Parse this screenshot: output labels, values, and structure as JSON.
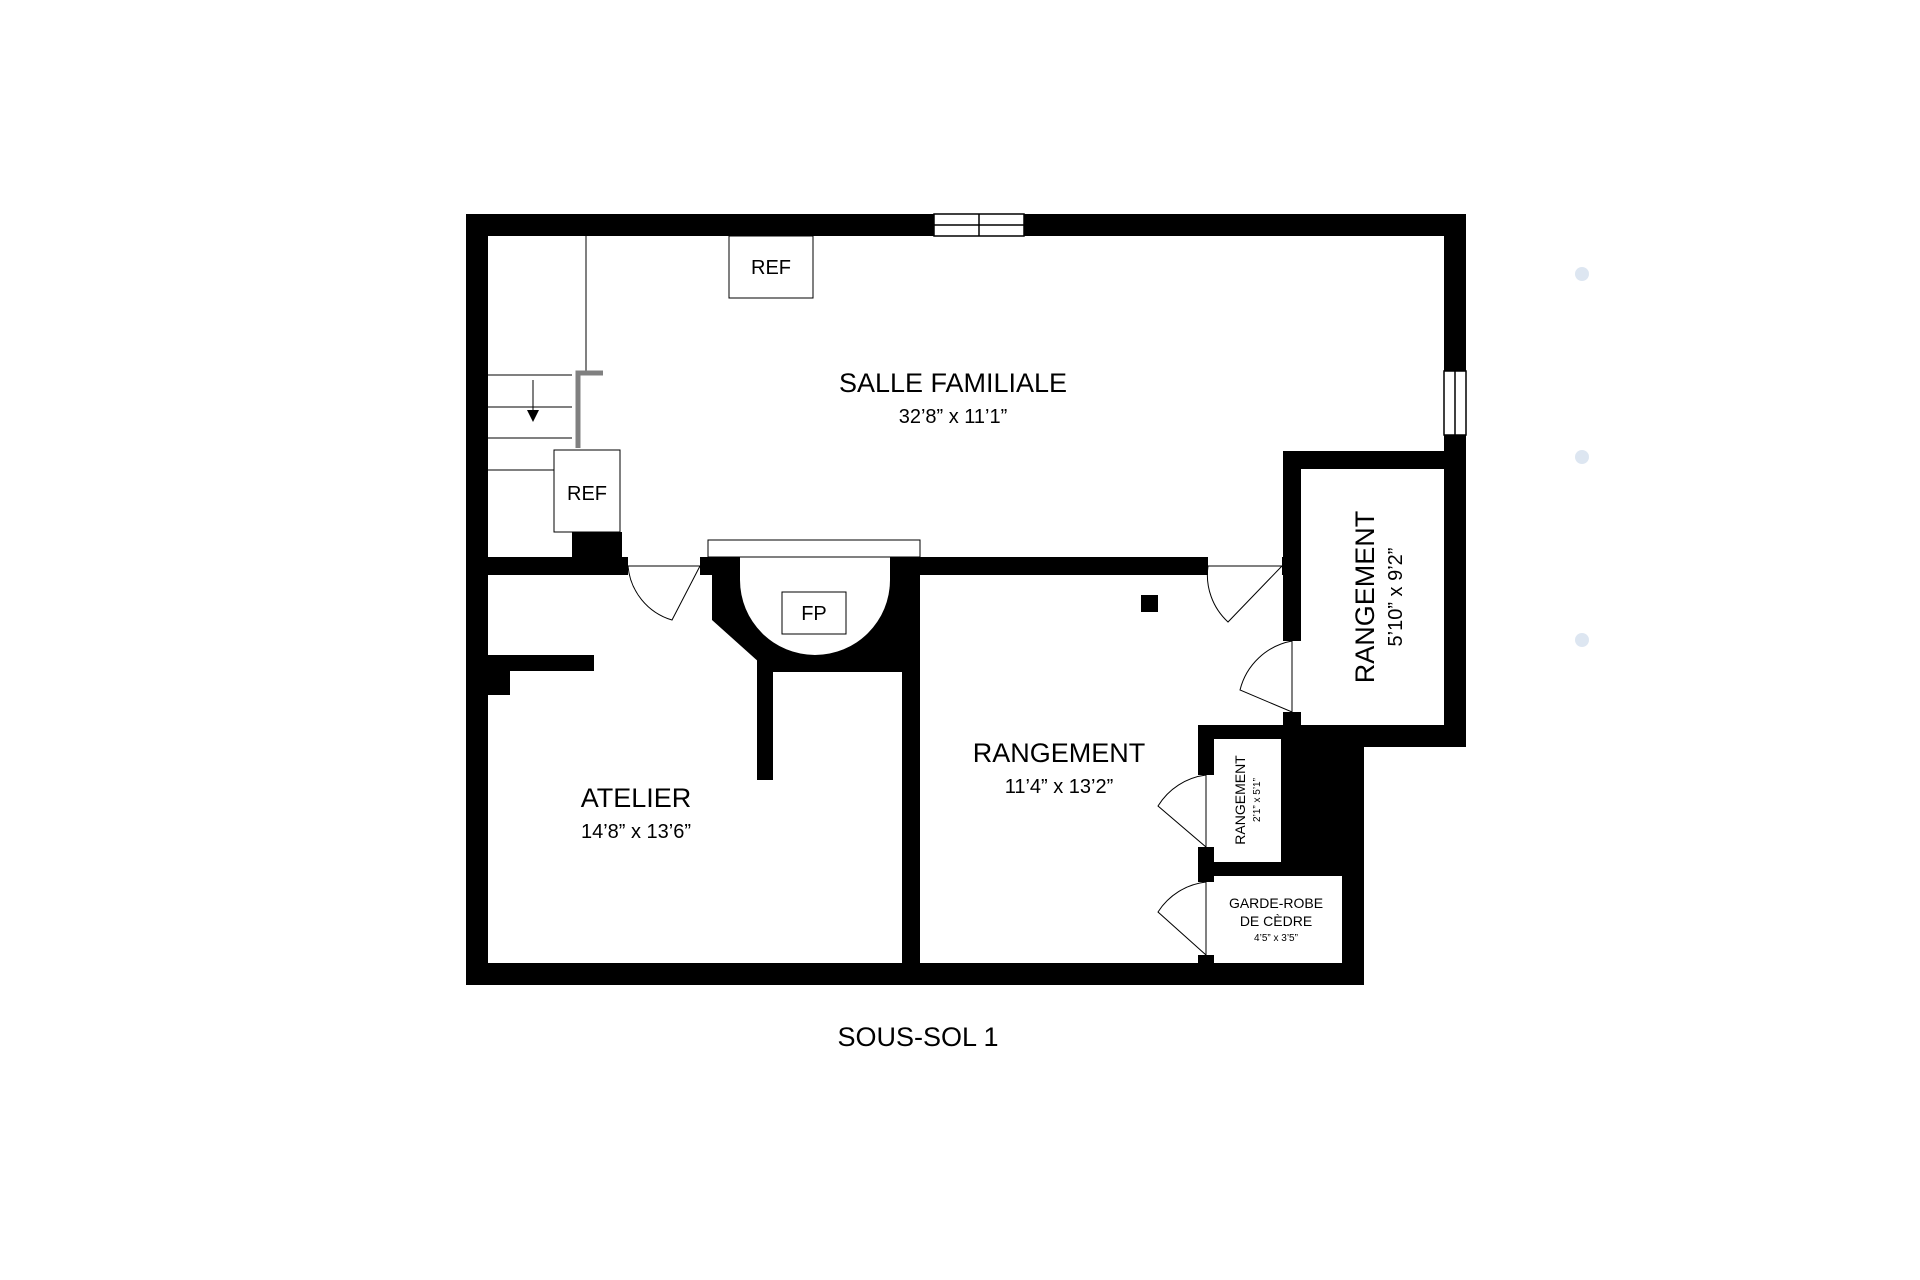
{
  "floor": {
    "name": "SOUS-SOL 1"
  },
  "rooms": [
    {
      "key": "salle_familiale",
      "name": "SALLE FAMILIALE",
      "dims": "32’8” x 11’1”"
    },
    {
      "key": "rangement_east",
      "name": "RANGEMENT",
      "dims": "5’10” x 9’2”"
    },
    {
      "key": "atelier",
      "name": "ATELIER",
      "dims": "14’8” x 13’6”"
    },
    {
      "key": "rangement_center",
      "name": "RANGEMENT",
      "dims": "11’4” x 13’2”"
    },
    {
      "key": "rangement_small",
      "name": "RANGEMENT",
      "dims": "2’1” x 5’1”"
    },
    {
      "key": "garde_robe",
      "name_line1": "GARDE-ROBE",
      "name_line2": "DE CÈDRE",
      "dims": "4’5” x 3’5”"
    }
  ],
  "fixtures": {
    "ref_top": "REF",
    "ref_stairs": "REF",
    "fireplace": "FP"
  },
  "colors": {
    "wall": "#000000",
    "background": "#ffffff"
  }
}
